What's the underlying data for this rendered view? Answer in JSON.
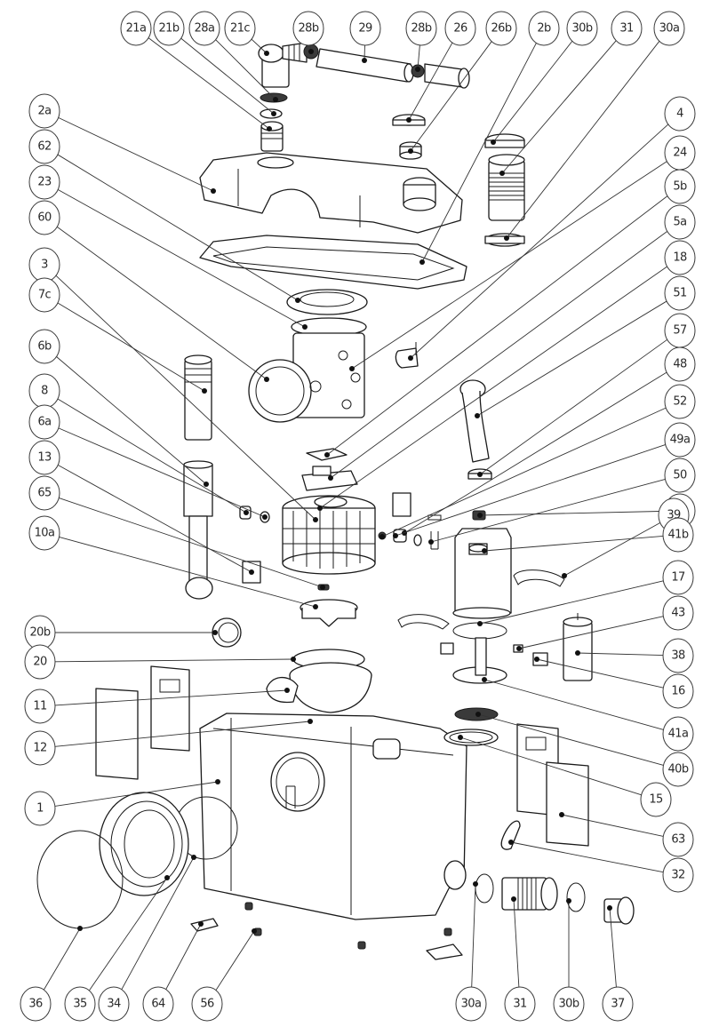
{
  "diagram": {
    "title": "Exploded parts view",
    "callouts": [
      {
        "id": "21a"
      },
      {
        "id": "21b"
      },
      {
        "id": "28a"
      },
      {
        "id": "21c"
      },
      {
        "id": "28b"
      },
      {
        "id": "29"
      },
      {
        "id": "28b"
      },
      {
        "id": "26"
      },
      {
        "id": "26b"
      },
      {
        "id": "2b"
      },
      {
        "id": "30b"
      },
      {
        "id": "31"
      },
      {
        "id": "30a"
      },
      {
        "id": "2a"
      },
      {
        "id": "62"
      },
      {
        "id": "23"
      },
      {
        "id": "60"
      },
      {
        "id": "3"
      },
      {
        "id": "7c"
      },
      {
        "id": "6b"
      },
      {
        "id": "8"
      },
      {
        "id": "6a"
      },
      {
        "id": "13"
      },
      {
        "id": "65"
      },
      {
        "id": "10a"
      },
      {
        "id": "20b"
      },
      {
        "id": "20"
      },
      {
        "id": "11"
      },
      {
        "id": "12"
      },
      {
        "id": "1"
      },
      {
        "id": "4"
      },
      {
        "id": "24"
      },
      {
        "id": "5b"
      },
      {
        "id": "5a"
      },
      {
        "id": "18"
      },
      {
        "id": "51"
      },
      {
        "id": "57"
      },
      {
        "id": "48"
      },
      {
        "id": "52"
      },
      {
        "id": "49a"
      },
      {
        "id": "50"
      },
      {
        "id": "14"
      },
      {
        "id": "39"
      },
      {
        "id": "41b"
      },
      {
        "id": "17"
      },
      {
        "id": "43"
      },
      {
        "id": "38"
      },
      {
        "id": "16"
      },
      {
        "id": "41a"
      },
      {
        "id": "40b"
      },
      {
        "id": "15"
      },
      {
        "id": "63"
      },
      {
        "id": "32"
      },
      {
        "id": "36"
      },
      {
        "id": "35"
      },
      {
        "id": "34"
      },
      {
        "id": "64"
      },
      {
        "id": "56"
      },
      {
        "id": "30a"
      },
      {
        "id": "31"
      },
      {
        "id": "30b"
      },
      {
        "id": "37"
      }
    ]
  }
}
